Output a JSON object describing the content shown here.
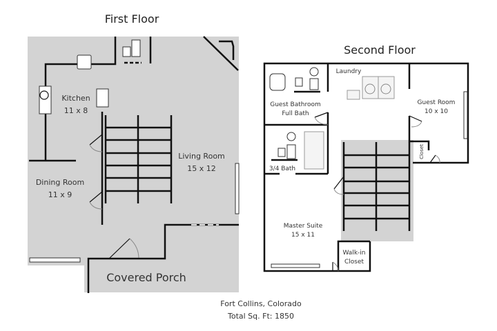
{
  "first_floor": {
    "title": "First Floor",
    "rooms": [
      {
        "name": "Kitchen",
        "size": "11 x 8"
      },
      {
        "name": "Living Room",
        "size": "15 x 12"
      },
      {
        "name": "Dining Room",
        "size": "11 x 9"
      }
    ],
    "porch": "Covered Porch",
    "floor_color": "#d3d3d3"
  },
  "second_floor": {
    "title": "Second Floor",
    "rooms": {
      "laundry": "Laundry",
      "guest_bath": "Guest Bathroom",
      "guest_bath_type": "Full Bath",
      "guest_room": "Guest Room",
      "guest_room_size": "10 x 10",
      "three_quarter_bath": "3/4 Bath",
      "closet": "Closet",
      "master": "Master Suite",
      "master_size": "15 x 11",
      "walkin_1": "Walk-in",
      "walkin_2": "Closet"
    }
  },
  "footer": {
    "location": "Fort Collins, Colorado",
    "total": "Total Sq. Ft: 1850"
  }
}
